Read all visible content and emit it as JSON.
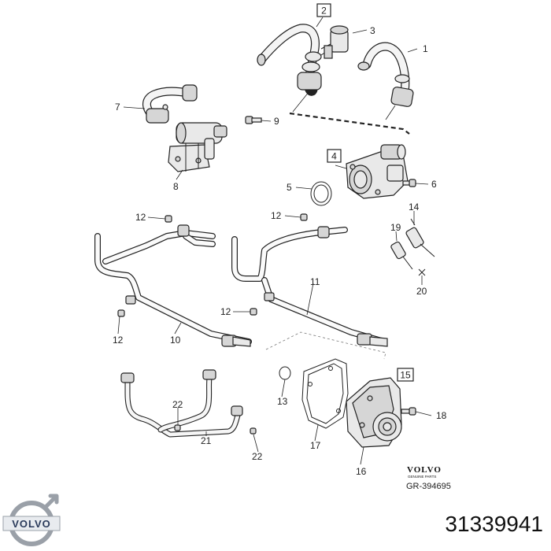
{
  "callouts": {
    "c1": "1",
    "c2": "2",
    "c3": "3",
    "c4": "4",
    "c5": "5",
    "c6": "6",
    "c7": "7",
    "c8": "8",
    "c9": "9",
    "c10": "10",
    "c11": "11",
    "c12a": "12",
    "c12b": "12",
    "c12c": "12",
    "c12d": "12",
    "c13": "13",
    "c14": "14",
    "c15": "15",
    "c16": "16",
    "c17": "17",
    "c18": "18",
    "c19": "19",
    "c20": "20",
    "c21": "21",
    "c22a": "22",
    "c22b": "22"
  },
  "brand": {
    "wordmark": "VOLVO",
    "subline": "GENUINE PARTS",
    "reference": "GR-394695",
    "logo_text": "VOLVO"
  },
  "part_number": "31339941",
  "colors": {
    "line": "#222222",
    "logo_blue": "#2a3a5a",
    "background": "#ffffff"
  }
}
